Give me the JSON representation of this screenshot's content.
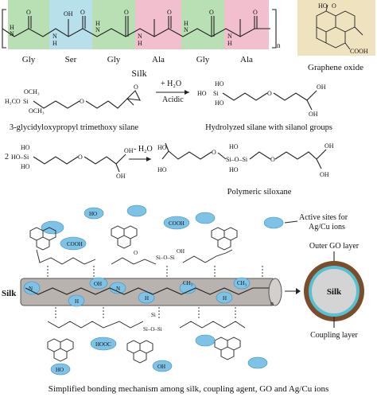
{
  "silk_panel": {
    "residues": [
      "Gly",
      "Ser",
      "Gly",
      "Ala",
      "Gly",
      "Ala"
    ],
    "residue_colors": [
      "#b9dfb4",
      "#b7e0ea",
      "#b9dfb4",
      "#f1bfcd",
      "#b9dfb4",
      "#f1bfcd"
    ],
    "title": "Silk",
    "repeat_index": "n",
    "atoms": {
      "oh": "OH",
      "h": "H",
      "n": "N",
      "o": "O"
    }
  },
  "graphene_oxide": {
    "title": "Graphene oxide",
    "background": "#efe3bf",
    "atoms": {
      "ho": "HO",
      "o": "O",
      "cooh": "COOH"
    }
  },
  "reaction1": {
    "reactant_label": "3-glycidyloxypropyl trimethoxy silane",
    "reagent": "+ H₂O",
    "condition": "Acidic",
    "product_label": "Hydrolyzed silane with silanol groups",
    "atoms": {
      "och3": "OCH₃",
      "h3co": "H₃CO",
      "si": "Si",
      "o": "O",
      "ho": "HO",
      "oh": "OH"
    }
  },
  "reaction2": {
    "coefficient": "2",
    "reagent": "- H₂O",
    "product_label": "Polymeric siloxane",
    "atoms": {
      "ho": "HO",
      "oh": "OH",
      "si": "Si",
      "o": "O",
      "hosi": "HO–Si",
      "sio_si": "Si–O–Si"
    }
  },
  "mechanism": {
    "legend_label_line1": "Active sites for",
    "legend_label_line2": "Ag/Cu ions",
    "silk_label": "Silk",
    "repeat_index": "n",
    "go_labels": {
      "ho": "HO",
      "cooh": "COOH",
      "hooc": "HOOC",
      "oh": "OH"
    },
    "chain_atoms": {
      "o": "O",
      "h": "H",
      "oh": "OH",
      "n": "N",
      "ch3": "CH₃",
      "si": "Si",
      "sio_si": "Si–O–Si"
    },
    "caption": "Simplified bonding mechanism among silk, coupling agent, GO and Ag/Cu ions"
  },
  "fiber_cross_section": {
    "outer_label": "Outer GO layer",
    "core_label": "Silk",
    "coupling_label": "Coupling layer",
    "colors": {
      "outer": "#7b4d2b",
      "coupling": "#57c1d4",
      "core": "#d4d4d4"
    }
  }
}
